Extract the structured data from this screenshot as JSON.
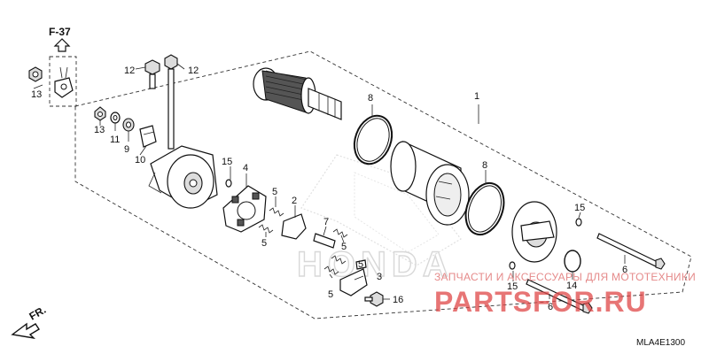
{
  "diagram": {
    "ref_page": "F-37",
    "direction": "FR.",
    "code": "MLA4E1300",
    "callouts": [
      "1",
      "2",
      "3",
      "4",
      "5",
      "5",
      "5",
      "5",
      "5",
      "6",
      "6",
      "7",
      "8",
      "8",
      "9",
      "10",
      "11",
      "12",
      "12",
      "13",
      "13",
      "14",
      "15",
      "15",
      "15",
      "16"
    ]
  },
  "watermark": {
    "logo": "HONDA",
    "line1": "ЗАПЧАСТИ И АКСЕССУАРЫ ДЛЯ МОТОТЕХНИКИ",
    "line2": "PARTSFOR.RU"
  },
  "colors": {
    "watermark_red": "#e04848",
    "line": "#111111"
  }
}
